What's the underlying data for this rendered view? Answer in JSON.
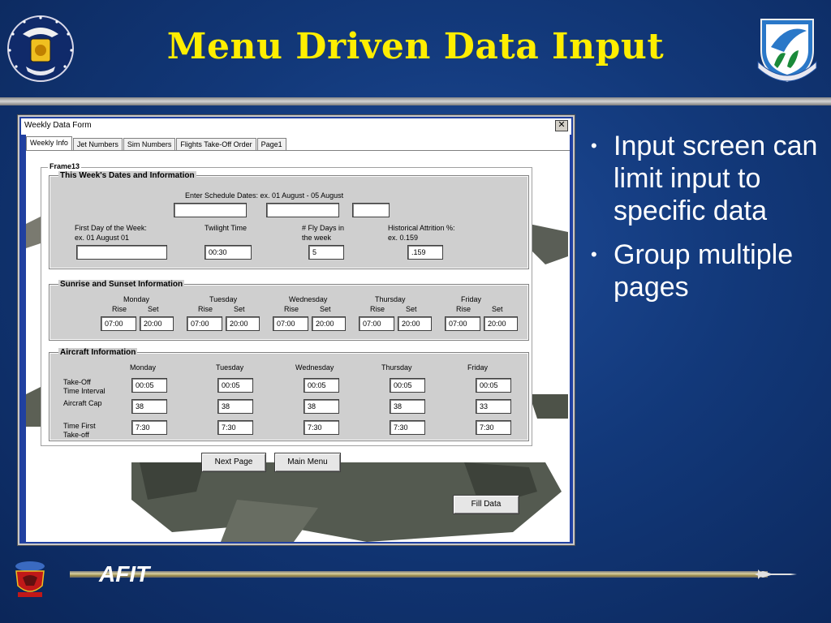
{
  "slide": {
    "title": "Menu Driven Data Input",
    "bullets": [
      "Input screen can limit input to specific data",
      "Group multiple pages"
    ],
    "footer_label": "AFIT"
  },
  "window": {
    "title": "Weekly Data Form",
    "close_glyph": "✕",
    "tabs": [
      "Weekly Info",
      "Jet Numbers",
      "Sim Numbers",
      "Flights Take-Off Order",
      "Page1"
    ],
    "active_tab": "Weekly Info"
  },
  "frame": {
    "legend": "Frame13",
    "dates_group": {
      "legend": "This Week's Dates and Information",
      "schedule_label": "Enter Schedule Dates: ex. 01 August - 05 August",
      "schedule_values": [
        "",
        "",
        ""
      ],
      "first_day_label_1": "First Day of the Week:",
      "first_day_label_2": "ex. 01 August 01",
      "first_day_value": "",
      "twilight_label": "Twilight Time",
      "twilight_value": "00:30",
      "fly_days_label_1": "# Fly Days in",
      "fly_days_label_2": "the week",
      "fly_days_value": "5",
      "attrition_label_1": "Historical Attrition %:",
      "attrition_label_2": "ex. 0.159",
      "attrition_value": ".159"
    },
    "sun_group": {
      "legend": "Sunrise and Sunset Information",
      "rise_label": "Rise",
      "set_label": "Set",
      "days": [
        {
          "day": "Monday",
          "rise": "07:00",
          "set": "20:00"
        },
        {
          "day": "Tuesday",
          "rise": "07:00",
          "set": "20:00"
        },
        {
          "day": "Wednesday",
          "rise": "07:00",
          "set": "20:00"
        },
        {
          "day": "Thursday",
          "rise": "07:00",
          "set": "20:00"
        },
        {
          "day": "Friday",
          "rise": "07:00",
          "set": "20:00"
        }
      ]
    },
    "aircraft_group": {
      "legend": "Aircraft Information",
      "row_labels": {
        "interval_1": "Take-Off",
        "interval_2": "Time Interval",
        "cap": "Aircraft Cap",
        "first_1": "Time First",
        "first_2": "Take-off"
      },
      "days": [
        {
          "day": "Monday",
          "interval": "00:05",
          "cap": "38",
          "first": "7:30"
        },
        {
          "day": "Tuesday",
          "interval": "00:05",
          "cap": "38",
          "first": "7:30"
        },
        {
          "day": "Wednesday",
          "interval": "00:05",
          "cap": "38",
          "first": "7:30"
        },
        {
          "day": "Thursday",
          "interval": "00:05",
          "cap": "38",
          "first": "7:30"
        },
        {
          "day": "Friday",
          "interval": "00:05",
          "cap": "33",
          "first": "7:30"
        }
      ]
    }
  },
  "buttons": {
    "next_page": "Next Page",
    "main_menu": "Main Menu",
    "fill_data": "Fill Data"
  }
}
